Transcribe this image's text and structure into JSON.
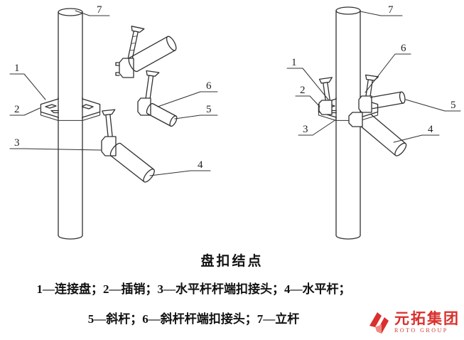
{
  "caption": {
    "title": "盘扣结点"
  },
  "legend": {
    "line1": "1—连接盘；2—插销；3—水平杆杆端扣接头；4—水平杆；",
    "line2": "5—斜杆；6—斜杆杆端扣接头；7—立杆"
  },
  "logo": {
    "cn": "元拓集团",
    "en": "ROTO GROUP"
  },
  "colors": {
    "line": "#303030",
    "logo_red": "#d9302c"
  },
  "left_figure": {
    "callouts": {
      "n1": "1",
      "n2": "2",
      "n3": "3",
      "n4": "4",
      "n5": "5",
      "n6": "6",
      "n7": "7"
    }
  },
  "right_figure": {
    "callouts": {
      "n1": "1",
      "n2": "2",
      "n3": "3",
      "n4": "4",
      "n5": "5",
      "n6": "6",
      "n7": "7"
    }
  }
}
